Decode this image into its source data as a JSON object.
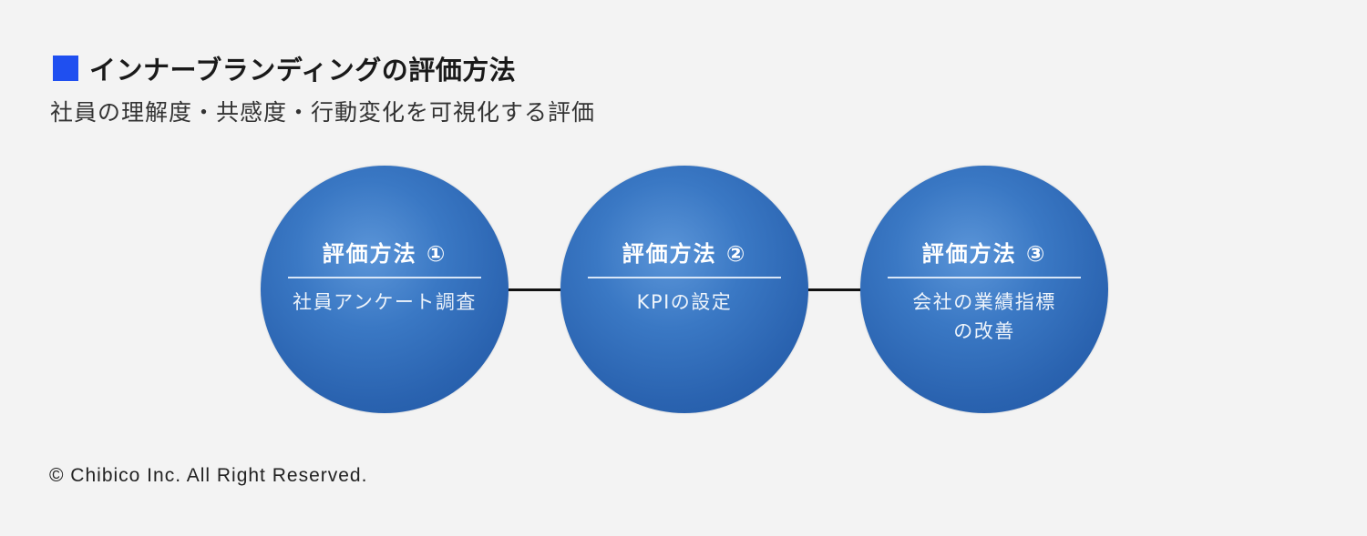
{
  "header": {
    "title": "インナーブランディングの評価方法",
    "subtitle": "社員の理解度・共感度・行動変化を可視化する評価",
    "accent_color": "#1f4ff0"
  },
  "methods": [
    {
      "heading": "評価方法 ①",
      "description": "社員アンケート調査"
    },
    {
      "heading": "評価方法 ②",
      "description": "KPIの設定"
    },
    {
      "heading": "評価方法 ③",
      "description_line1": "会社の業績指標",
      "description_line2": "の改善"
    }
  ],
  "footer": {
    "copyright": "© Chibico Inc. All Right Reserved."
  }
}
